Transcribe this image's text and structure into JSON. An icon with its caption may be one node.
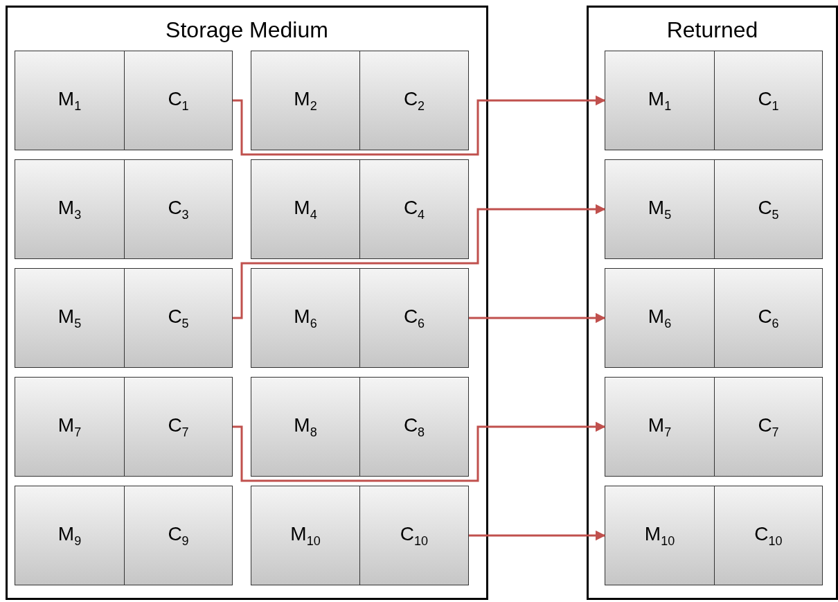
{
  "diagram": {
    "nodes": [
      {
        "text": [
          "Storage Medium"
        ]
      },
      {
        "text": [
          "M$_{1}$"
        ],
        "in": 0
      },
      {
        "text": [
          "C$_{1}$"
        ],
        "in": 0
      },
      {
        "text": [
          "M$_{2}$"
        ],
        "in": 0
      },
      {
        "text": [
          "C$_{2}$"
        ],
        "in": 0
      },
      {
        "text": [
          "M$_{3}$"
        ],
        "in": 0
      },
      {
        "text": [
          "C$_{3}$"
        ],
        "in": 0
      },
      {
        "text": [
          "M$_{4}$"
        ],
        "in": 0
      },
      {
        "text": [
          "C$_{4}$"
        ],
        "in": 0
      },
      {
        "text": [
          "M$_{5}$"
        ],
        "in": 0
      },
      {
        "text": [
          "C$_{5}$"
        ],
        "in": 0
      },
      {
        "text": [
          "M$_{6}$"
        ],
        "in": 0
      },
      {
        "text": [
          "C$_{6}$"
        ],
        "in": 0
      },
      {
        "text": [
          "M$_{7}$"
        ],
        "in": 0
      },
      {
        "text": [
          "C$_{7}$"
        ],
        "in": 0
      },
      {
        "text": [
          "M$_{8}$"
        ],
        "in": 0
      },
      {
        "text": [
          "C$_{8}$"
        ],
        "in": 0
      },
      {
        "text": [
          "M$_{9}$"
        ],
        "in": 0
      },
      {
        "text": [
          "C$_{9}$"
        ],
        "in": 0
      },
      {
        "text": [
          "M$_{10}$"
        ],
        "in": 0
      },
      {
        "text": [
          "C$_{10}$"
        ],
        "in": 0
      },
      {
        "text": [
          "Returned"
        ]
      },
      {
        "text": [
          "M$_{1}$"
        ],
        "in": 21
      },
      {
        "text": [
          "C$_{1}$"
        ],
        "in": 21
      },
      {
        "text": [
          "M$_{5}$"
        ],
        "in": 21
      },
      {
        "text": [
          "C$_{5}$"
        ],
        "in": 21
      },
      {
        "text": [
          "M$_{6}$"
        ],
        "in": 21
      },
      {
        "text": [
          "C$_{6}$"
        ],
        "in": 21
      },
      {
        "text": [
          "M$_{7}$"
        ],
        "in": 21
      },
      {
        "text": [
          "C$_{7}$"
        ],
        "in": 21
      },
      {
        "text": [
          "M$_{10}$"
        ],
        "in": 21
      },
      {
        "text": [
          "C$_{10}$"
        ],
        "in": 21
      }
    ],
    "edges": [
      {
        "from": 2,
        "to": 22,
        "arrow": "to"
      },
      {
        "from": 10,
        "to": 24,
        "arrow": "to"
      },
      {
        "from": 12,
        "to": 26,
        "arrow": "to"
      },
      {
        "from": 14,
        "to": 28,
        "arrow": "to"
      },
      {
        "from": 20,
        "to": 30,
        "arrow": "to"
      }
    ]
  }
}
